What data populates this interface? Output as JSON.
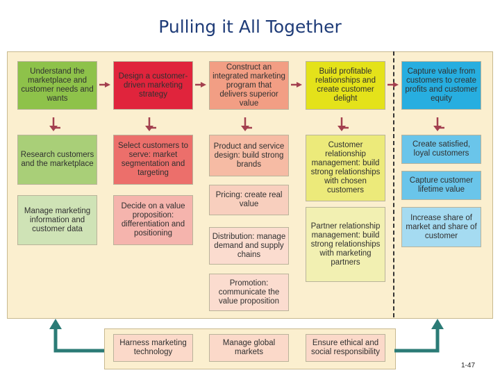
{
  "title": "Pulling it All Together",
  "columns": [
    [
      "Understand the marketplace and customer needs and  wants",
      "Research customers and the marketplace",
      "Manage marketing information and customer data"
    ],
    [
      "Design a customer-driven marketing strategy",
      "Select customers to serve: market segmentation and targeting",
      "Decide on a value proposition: differentiation and positioning"
    ],
    [
      "Construct an integrated marketing program that delivers superior value",
      "Product and service design: build strong brands",
      "Pricing: create real value",
      "Distribution: manage demand and supply chains",
      "Promotion: communicate the value proposition"
    ],
    [
      "Build profitable relationships and create customer delight",
      "Customer relationship management: build strong relationships with chosen customers",
      "Partner relationship management: build strong relationships with marketing partners"
    ],
    [
      "Capture value from customers to create profits and customer equity",
      "Create satisfied, loyal customers",
      "Capture customer lifetime value",
      "Increase share of market and share of customer"
    ]
  ],
  "bottom": [
    "Harness marketing technology",
    "Manage global markets",
    "Ensure ethical and social responsibility"
  ],
  "page_number": "1-47",
  "colors": {
    "arrow": "#a3404f",
    "bottom_arrow": "#2b7b76",
    "title": "#1f3c78"
  }
}
